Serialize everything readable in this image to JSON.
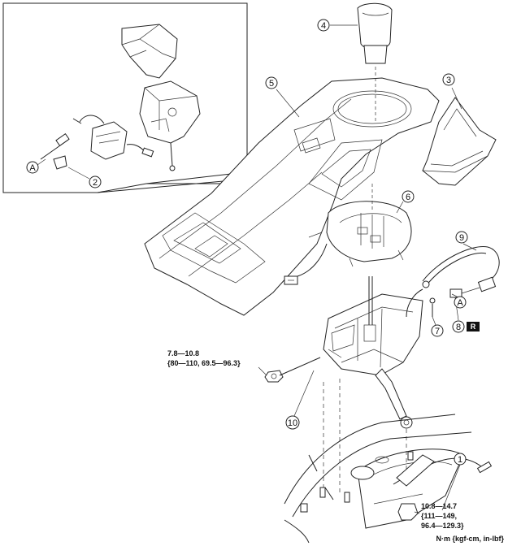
{
  "callouts": [
    {
      "id": "c1",
      "label": "1"
    },
    {
      "id": "c2",
      "label": "2"
    },
    {
      "id": "c3",
      "label": "3"
    },
    {
      "id": "c4",
      "label": "4"
    },
    {
      "id": "c5",
      "label": "5"
    },
    {
      "id": "c6",
      "label": "6"
    },
    {
      "id": "c7",
      "label": "7"
    },
    {
      "id": "c8",
      "label": "8"
    },
    {
      "id": "c9",
      "label": "9"
    },
    {
      "id": "c10",
      "label": "10"
    }
  ],
  "ref_marks": {
    "a_inset": "A",
    "a_cable": "A",
    "r_badge": "R"
  },
  "torques": {
    "upper": {
      "line1": "7.8—10.8",
      "line2": "{80—110, 69.5—96.3}"
    },
    "lower": {
      "line1": "10.8—14.7",
      "line2": "{111—149,",
      "line3": "96.4—129.3}"
    }
  },
  "units_note": "N·m {kgf-cm, in-lbf}"
}
